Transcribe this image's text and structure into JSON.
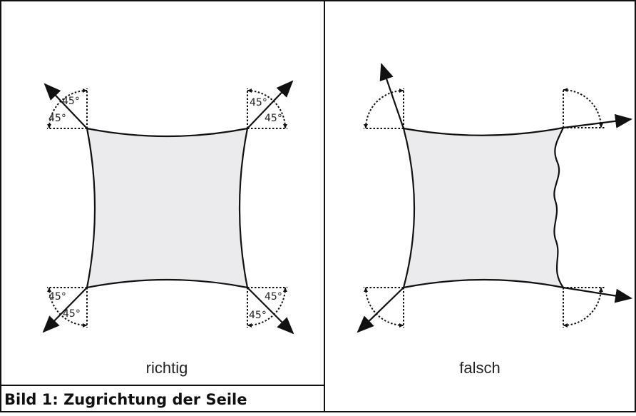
{
  "figure": {
    "caption": "Bild 1: Zugrichtung der Seile",
    "panels": [
      {
        "id": "correct",
        "caption": "richtig",
        "angle_labels": [
          "45°",
          "45°",
          "45°",
          "45°",
          "45°",
          "45°",
          "45°",
          "45°"
        ]
      },
      {
        "id": "wrong",
        "caption": "falsch"
      }
    ]
  }
}
